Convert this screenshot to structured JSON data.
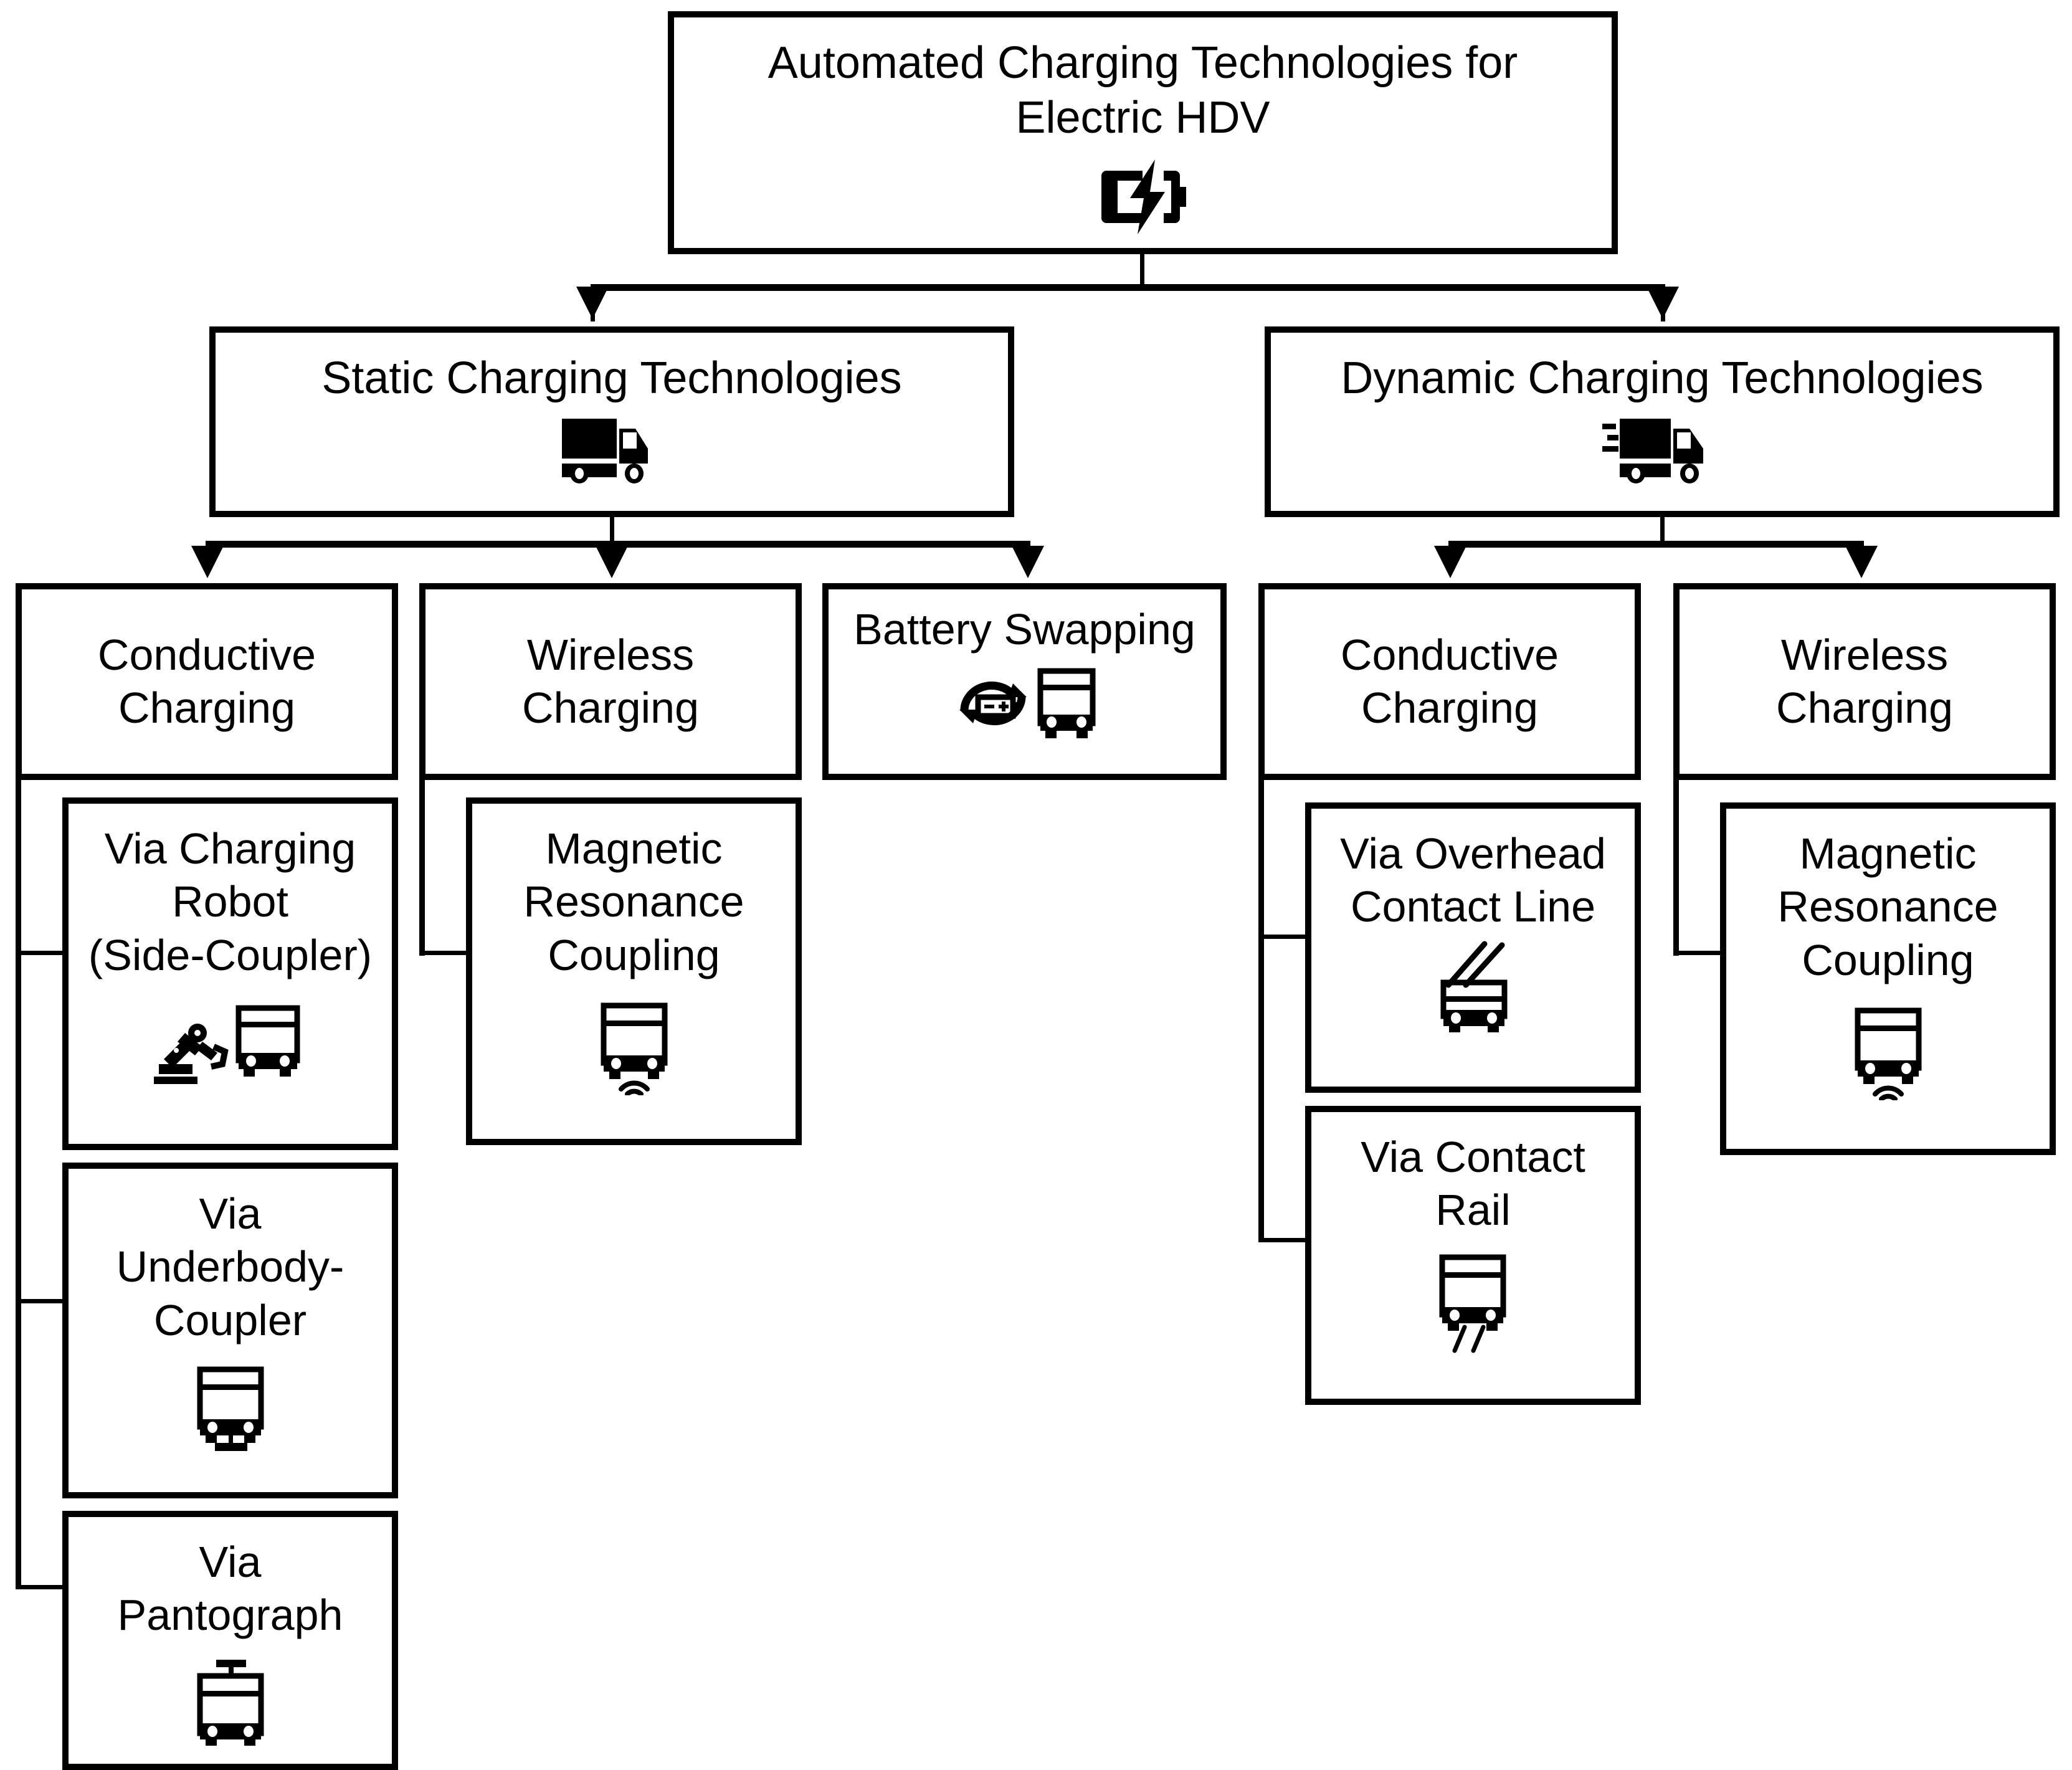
{
  "diagram": {
    "title": "Automated Charging Technologies for Electric HDV",
    "type": "hierarchy-tree",
    "root": {
      "label": "Automated Charging Technologies for\nElectric HDV",
      "line1": "Automated Charging Technologies for",
      "line2": "Electric HDV",
      "icon": "battery-charging-icon"
    },
    "level2": [
      {
        "label": "Static Charging Technologies",
        "icon": "truck-icon"
      },
      {
        "label": "Dynamic Charging Technologies",
        "icon": "truck-motion-icon"
      }
    ],
    "level3": [
      {
        "label_line1": "Conductive",
        "label_line2": "Charging",
        "parent": "Static Charging Technologies",
        "icon": "none"
      },
      {
        "label_line1": "Wireless",
        "label_line2": "Charging",
        "parent": "Static Charging Technologies",
        "icon": "none"
      },
      {
        "label_line1": "Battery Swapping",
        "label_line2": "",
        "parent": "Static Charging Technologies",
        "icon": "battery-swap-bus-icon"
      },
      {
        "label_line1": "Conductive",
        "label_line2": "Charging",
        "parent": "Dynamic Charging Technologies",
        "icon": "none"
      },
      {
        "label_line1": "Wireless",
        "label_line2": "Charging",
        "parent": "Dynamic Charging Technologies",
        "icon": "none"
      }
    ],
    "level4": [
      {
        "label_line1": "Via Charging",
        "label_line2": "Robot",
        "label_line3": "(Side-Coupler)",
        "parent": "Static Conductive Charging",
        "icon": "robot-arm-bus-icon"
      },
      {
        "label_line1": "Via",
        "label_line2": "Underbody-",
        "label_line3": "Coupler",
        "parent": "Static Conductive Charging",
        "icon": "bus-underbody-coupler-icon"
      },
      {
        "label_line1": "Via",
        "label_line2": "Pantograph",
        "label_line3": "",
        "parent": "Static Conductive Charging",
        "icon": "bus-pantograph-icon"
      },
      {
        "label_line1": "Magnetic",
        "label_line2": "Resonance",
        "label_line3": "Coupling",
        "parent": "Static Wireless Charging",
        "icon": "bus-wireless-icon"
      },
      {
        "label_line1": "Via Overhead",
        "label_line2": "Contact Line",
        "label_line3": "",
        "parent": "Dynamic Conductive Charging",
        "icon": "trolleybus-icon"
      },
      {
        "label_line1": "Via Contact",
        "label_line2": "Rail",
        "label_line3": "",
        "parent": "Dynamic Conductive Charging",
        "icon": "bus-contact-rail-icon"
      },
      {
        "label_line1": "Magnetic",
        "label_line2": "Resonance",
        "label_line3": "Coupling",
        "parent": "Dynamic Wireless Charging",
        "icon": "bus-wireless-icon"
      }
    ],
    "colors": {
      "stroke": "#000000",
      "fill": "#ffffff"
    }
  }
}
